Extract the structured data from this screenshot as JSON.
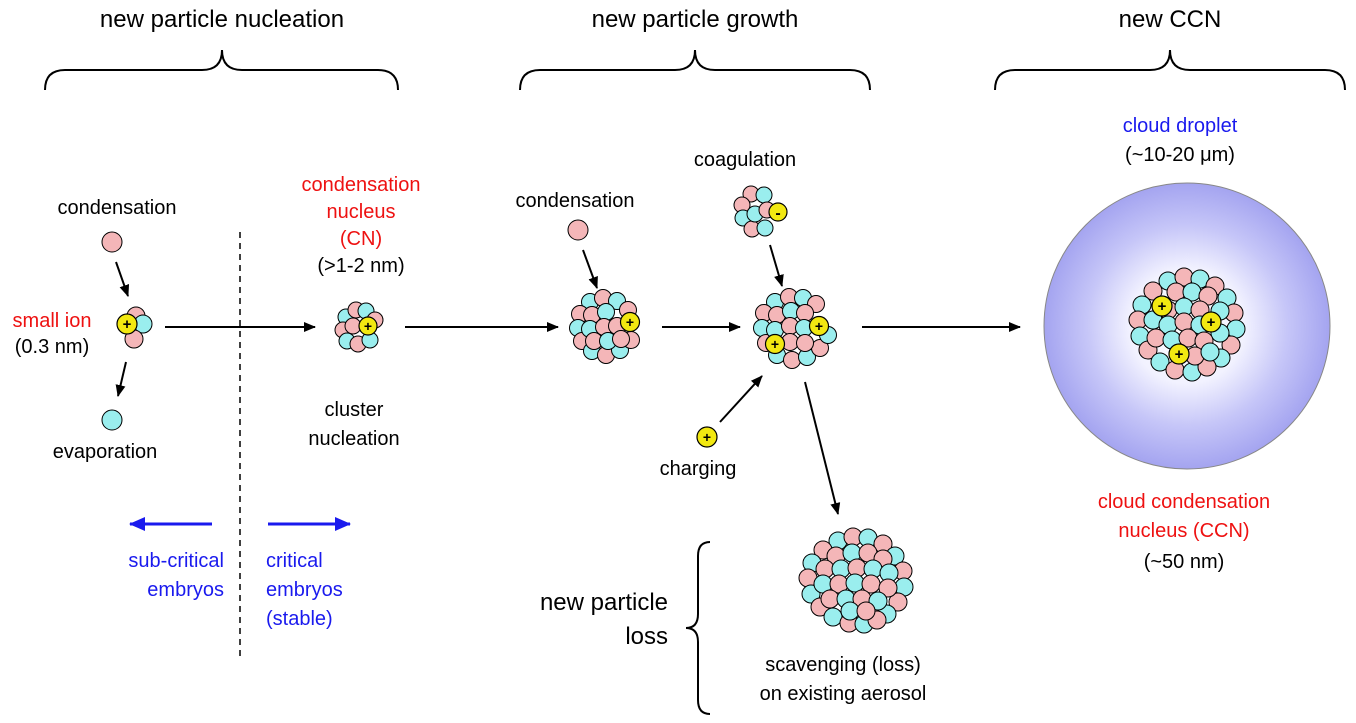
{
  "stages": {
    "nucleation_title": "new particle nucleation",
    "growth_title": "new particle growth",
    "ccn_title": "new CCN"
  },
  "nucleation": {
    "condensation": "condensation",
    "small_ion": "small ion",
    "small_ion_size": "(0.3 nm)",
    "evaporation": "evaporation",
    "cn_line1": "condensation",
    "cn_line2": "nucleus",
    "cn_line3": "(CN)",
    "cn_size": "(>1-2 nm)",
    "cluster_line1": "cluster",
    "cluster_line2": "nucleation",
    "subcritical_line1": "sub-critical",
    "subcritical_line2": "embryos",
    "critical_line1": "critical",
    "critical_line2": "embryos",
    "critical_line3": "(stable)"
  },
  "growth": {
    "condensation": "condensation",
    "coagulation": "coagulation",
    "charging": "charging",
    "loss_line1": "new particle",
    "loss_line2": "loss",
    "scavenging_line1": "scavenging (loss)",
    "scavenging_line2": "on existing aerosol"
  },
  "ccn": {
    "droplet_label": "cloud droplet",
    "droplet_size": "(~10-20 μm)",
    "ccn_line1": "cloud condensation",
    "ccn_line2": "nucleus (CCN)",
    "ccn_size": "(~50 nm)"
  },
  "symbols": {
    "plus": "+",
    "minus": "-"
  },
  "icons": [
    "pink-molecule-icon",
    "cyan-molecule-icon",
    "ion-plus-icon",
    "ion-minus-icon",
    "cluster-icon",
    "cloud-droplet-icon"
  ],
  "colors": {
    "pink": "#f4b6b8",
    "cyan": "#9aeeee",
    "ion": "#f2e811",
    "red_text": "#ee1111",
    "blue_text": "#1a1aee",
    "droplet_edge": "#a8a8f2"
  }
}
